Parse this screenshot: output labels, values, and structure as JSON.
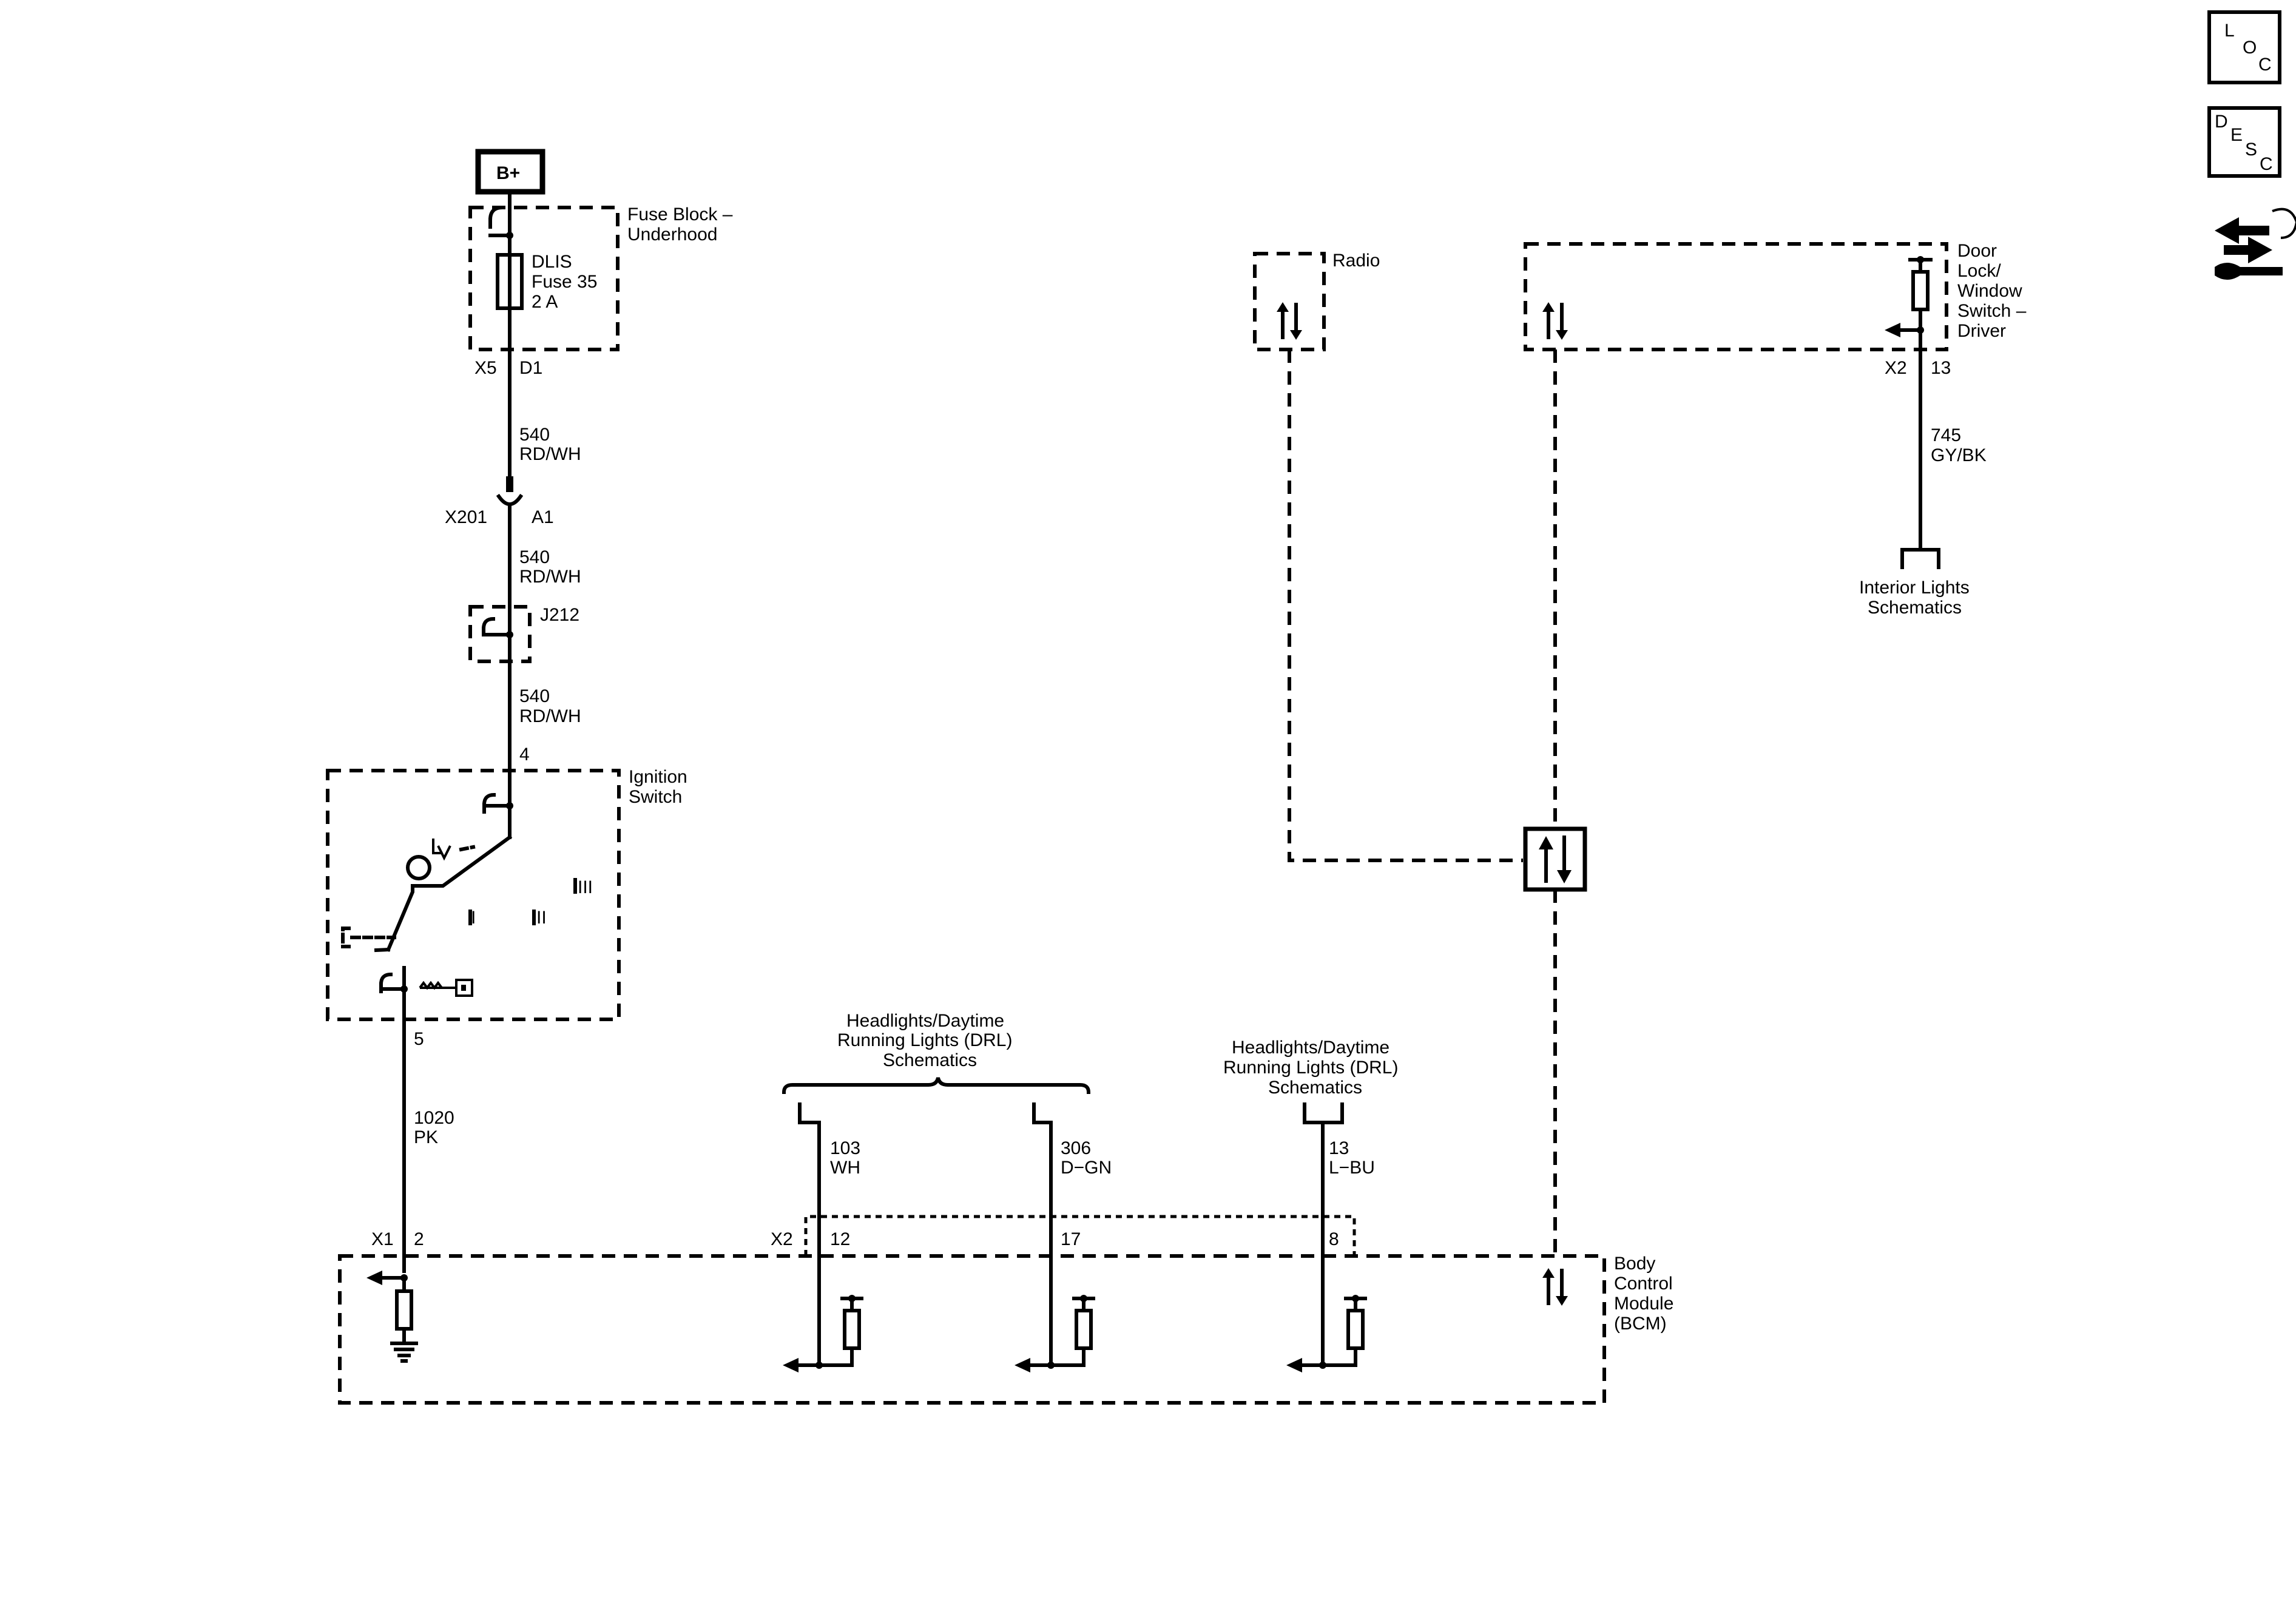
{
  "nav_icons": {
    "loc": [
      "L",
      "O",
      "C"
    ],
    "desc": [
      "D",
      "E",
      "S",
      "C"
    ],
    "tools_icon": "wrench-arrows-icon"
  },
  "power": {
    "label": "B+"
  },
  "fuse_block": {
    "name_line1": "Fuse Block –",
    "name_line2": "Underhood",
    "fuse_line1": "DLIS",
    "fuse_line2": "Fuse 35",
    "fuse_line3": "2 A",
    "connector": "X5",
    "pin": "D1"
  },
  "wire_540_a": {
    "circuit": "540",
    "color": "RD/WH"
  },
  "inline_x201": {
    "connector": "X201",
    "pin": "A1"
  },
  "wire_540_b": {
    "circuit": "540",
    "color": "RD/WH"
  },
  "splice": {
    "name": "J212"
  },
  "wire_540_c": {
    "circuit": "540",
    "color": "RD/WH"
  },
  "ignition": {
    "name_line1": "Ignition",
    "name_line2": "Switch",
    "pin_in": "4",
    "pin_out": "5",
    "pos_1": "I",
    "pos_2": "II",
    "pos_3": "III"
  },
  "wire_1020": {
    "circuit": "1020",
    "color": "PK"
  },
  "drl_group": {
    "line1": "Headlights/Daytime",
    "line2": "Running Lights (DRL)",
    "line3": "Schematics"
  },
  "wire_103": {
    "circuit": "103",
    "color": "WH"
  },
  "wire_306": {
    "circuit": "306",
    "color": "D−GN"
  },
  "drl_single": {
    "line1": "Headlights/Daytime",
    "line2": "Running Lights (DRL)",
    "line3": "Schematics"
  },
  "wire_13": {
    "circuit": "13",
    "color": "L−BU"
  },
  "radio": {
    "name": "Radio"
  },
  "door_switch": {
    "name_line1": "Door",
    "name_line2": "Lock/",
    "name_line3": "Window",
    "name_line4": "Switch –",
    "name_line5": "Driver",
    "connector": "X2",
    "pin": "13"
  },
  "wire_745": {
    "circuit": "745",
    "color": "GY/BK"
  },
  "interior": {
    "line1": "Interior Lights",
    "line2": "Schematics"
  },
  "bcm": {
    "name_line1": "Body",
    "name_line2": "Control",
    "name_line3": "Module",
    "name_line4": "(BCM)",
    "x1": "X1",
    "x1_pin": "2",
    "x2": "X2",
    "pin_12": "12",
    "pin_17": "17",
    "pin_8": "8"
  }
}
